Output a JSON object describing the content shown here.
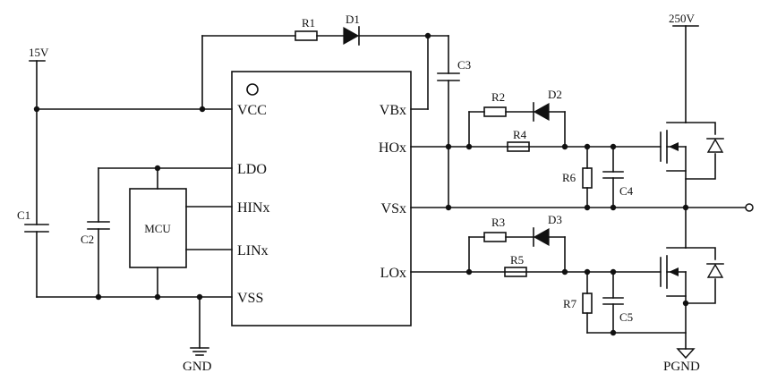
{
  "supplies": {
    "v15": "15V",
    "v250": "250V",
    "gnd": "GND",
    "pgnd": "PGND"
  },
  "ic": {
    "left_pins": [
      "VCC",
      "LDO",
      "HINx",
      "LINx",
      "VSS"
    ],
    "right_pins": [
      "VBx",
      "HOx",
      "VSx",
      "LOx"
    ]
  },
  "mcu": {
    "label": "MCU"
  },
  "components": {
    "r1": "R1",
    "d1": "D1",
    "c3": "C3",
    "r2": "R2",
    "d2": "D2",
    "r4": "R4",
    "r6": "R6",
    "c4": "C4",
    "r3": "R3",
    "d3": "D3",
    "r5": "R5",
    "r7": "R7",
    "c5": "C5",
    "c1": "C1",
    "c2": "C2"
  }
}
